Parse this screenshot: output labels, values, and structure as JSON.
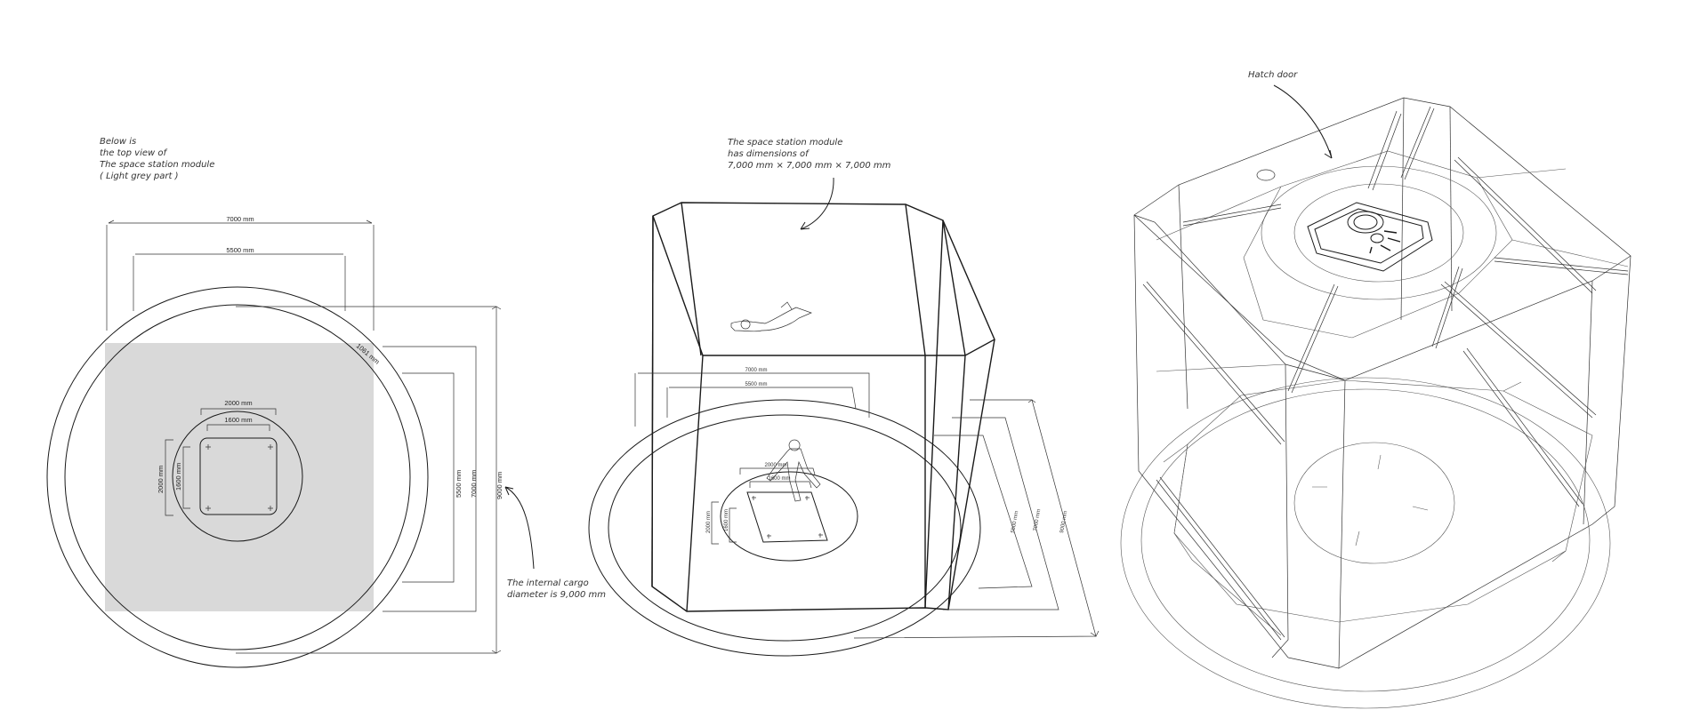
{
  "annotations": {
    "top_view_note": [
      "Below is",
      "the top view of",
      "The space station module",
      "( Light grey part )"
    ],
    "module_dims_note": [
      "The space station module",
      "has dimensions of",
      "7,000 mm × 7,000 mm × 7,000 mm"
    ],
    "cargo_note": [
      "The internal cargo",
      "diameter is 9,000 mm"
    ],
    "hatch_note": "Hatch door"
  },
  "top_view": {
    "dim_7000_top": "7000 mm",
    "dim_5500_top": "5500 mm",
    "dim_1061": "1061 mm",
    "dim_2000_inner": "2000 mm",
    "dim_1600_inner": "1600 mm",
    "dim_2000_side": "2000 mm",
    "dim_1600_side": "1600 mm",
    "dim_5500_right": "5500 mm",
    "dim_7000_right": "7000 mm",
    "dim_9000_right": "9000 mm"
  },
  "iso_view": {
    "dim_7000": "7000 mm",
    "dim_5500": "5500 mm",
    "dim_2000": "2000 mm",
    "dim_1600": "1600 mm",
    "dim_2000_side": "2000 mm",
    "dim_1600_side": "1600 mm",
    "dim_5500_diag": "5500 mm",
    "dim_7000_diag": "7000 mm",
    "dim_9000_diag": "9000 mm"
  },
  "colors": {
    "line": "#1a1a1a",
    "grey_fill": "#d9d9d9",
    "background": "#ffffff"
  }
}
